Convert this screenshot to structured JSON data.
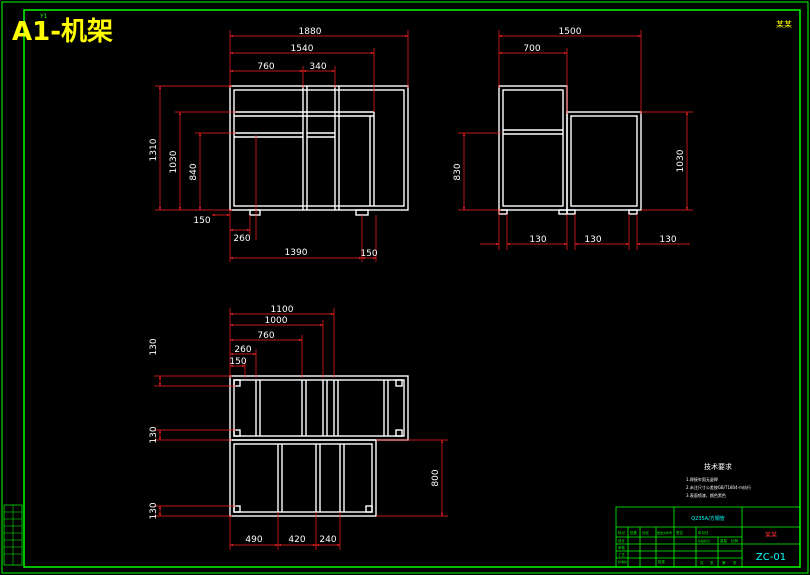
{
  "title": "A1-机架",
  "corner_tag_top": "Y1",
  "corner_logo": "某某",
  "front_view": {
    "dims": [
      "1880",
      "1540",
      "760",
      "340",
      "1310",
      "1030",
      "840",
      "150",
      "260",
      "1390",
      "150"
    ]
  },
  "side_view": {
    "dims": [
      "1500",
      "700",
      "830",
      "1030",
      "130",
      "130",
      "130"
    ]
  },
  "top_view": {
    "dims": [
      "1100",
      "1000",
      "760",
      "260",
      "150",
      "130",
      "130",
      "130",
      "800",
      "490",
      "420",
      "240"
    ]
  },
  "notes": {
    "heading": "技术要求",
    "lines": [
      "1.焊接牢固无虚焊",
      "2.未注尺寸公差按GB/T1804-m执行",
      "3.表面喷漆，颜色黑色"
    ]
  },
  "title_block": {
    "material": "Q235A/方钢管",
    "drawing_no": "ZC-01",
    "company": "某某",
    "row_labels": [
      "标记",
      "处数",
      "分区",
      "更改文件号",
      "签名",
      "年月日"
    ],
    "role_labels": [
      "设计",
      "审核",
      "工艺",
      "标准化",
      "批准"
    ],
    "stage_labels": [
      "阶段标记",
      "重量",
      "比例"
    ],
    "sheet_labels": [
      "共",
      "张",
      "第",
      "张"
    ]
  }
}
